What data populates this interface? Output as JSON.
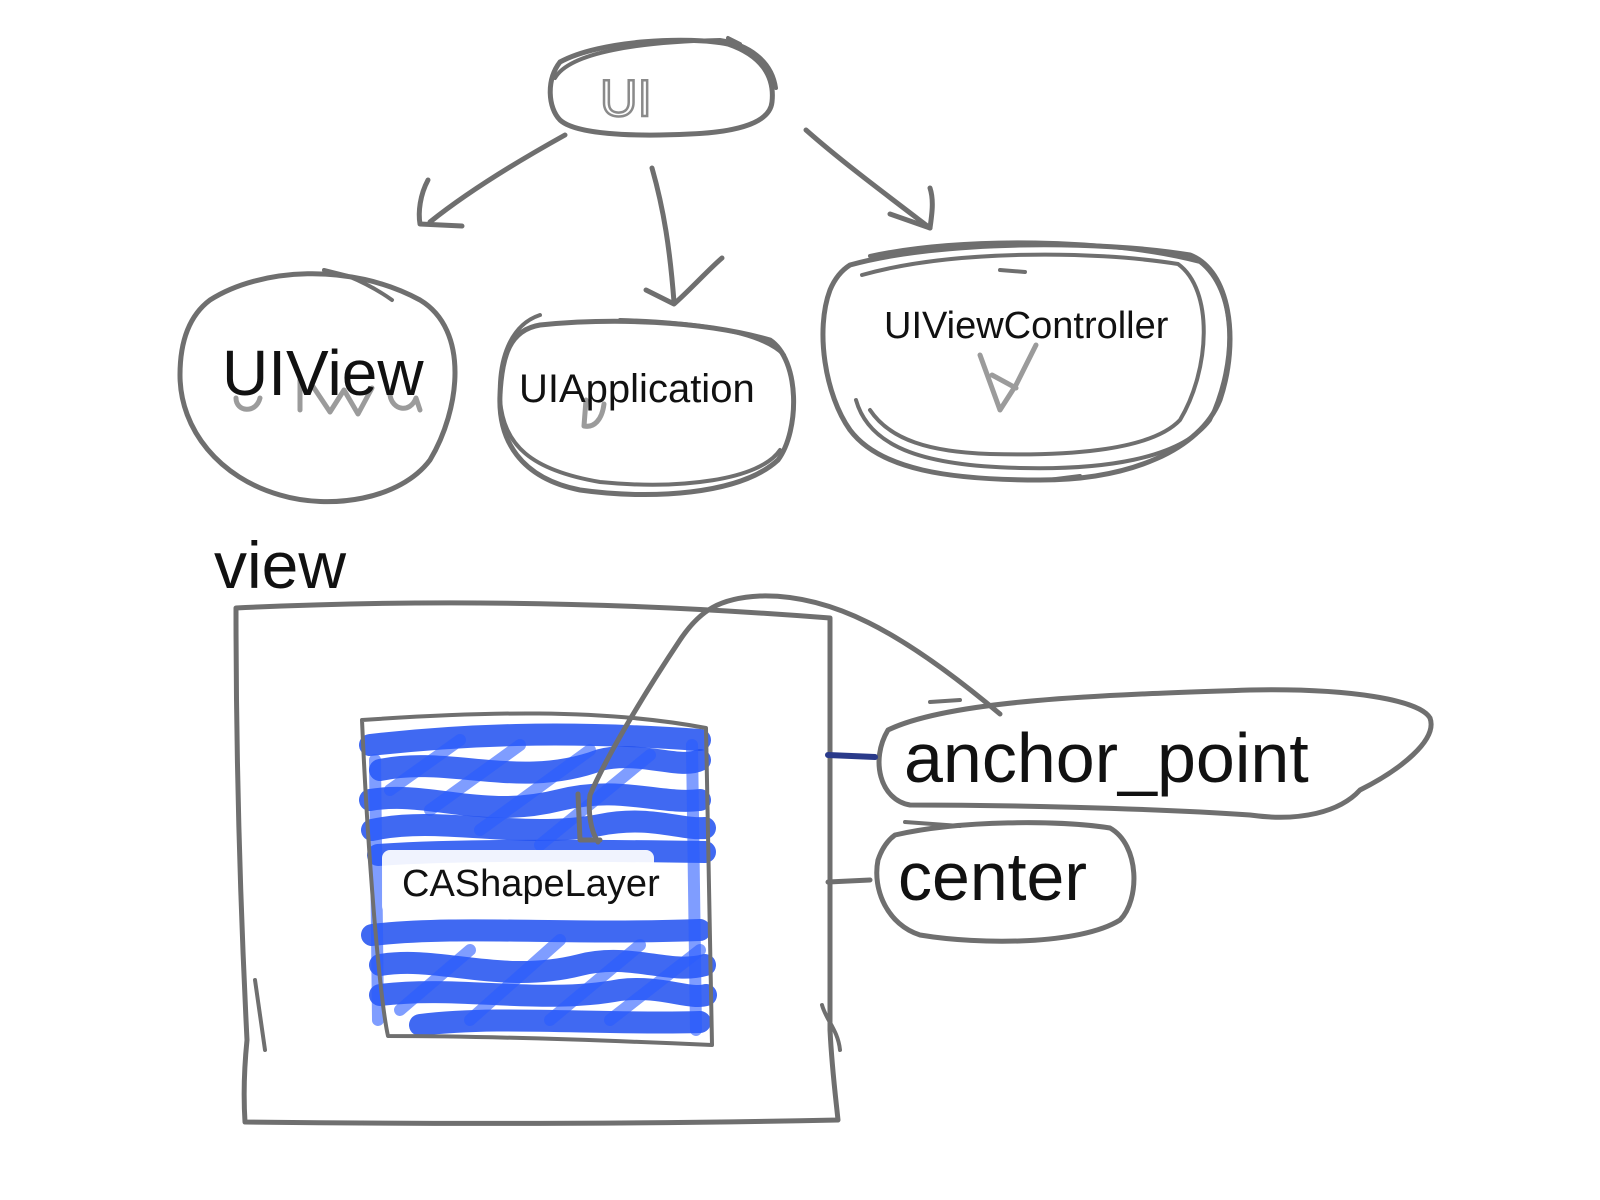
{
  "diagram": {
    "root": {
      "label": "UI"
    },
    "children": [
      {
        "label": "UIView"
      },
      {
        "label": "UIApplication"
      },
      {
        "label": "UIViewController"
      }
    ],
    "view_label": "view",
    "layer_label": "CAShapeLayer",
    "properties": [
      {
        "label": "anchor_point"
      },
      {
        "label": "center"
      }
    ]
  },
  "colors": {
    "stroke": "#6f6f6f",
    "text": "#111111",
    "layer_fill": "#1f4ff0",
    "background": "#ffffff"
  }
}
